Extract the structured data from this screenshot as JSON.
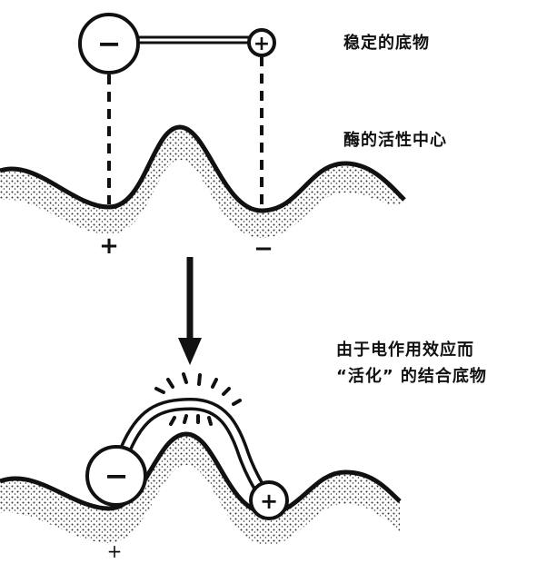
{
  "labels": {
    "stable_substrate": "稳定的底物",
    "enzyme_active_center": "酶的活性中心",
    "activated_line1": "由于电作用效应而",
    "activated_line2": "“活化” 的结合底物"
  },
  "symbols": {
    "minus": "−",
    "plus": "+"
  },
  "colors": {
    "ink": "#111111",
    "paper": "#ffffff",
    "speckle": "#333333"
  }
}
